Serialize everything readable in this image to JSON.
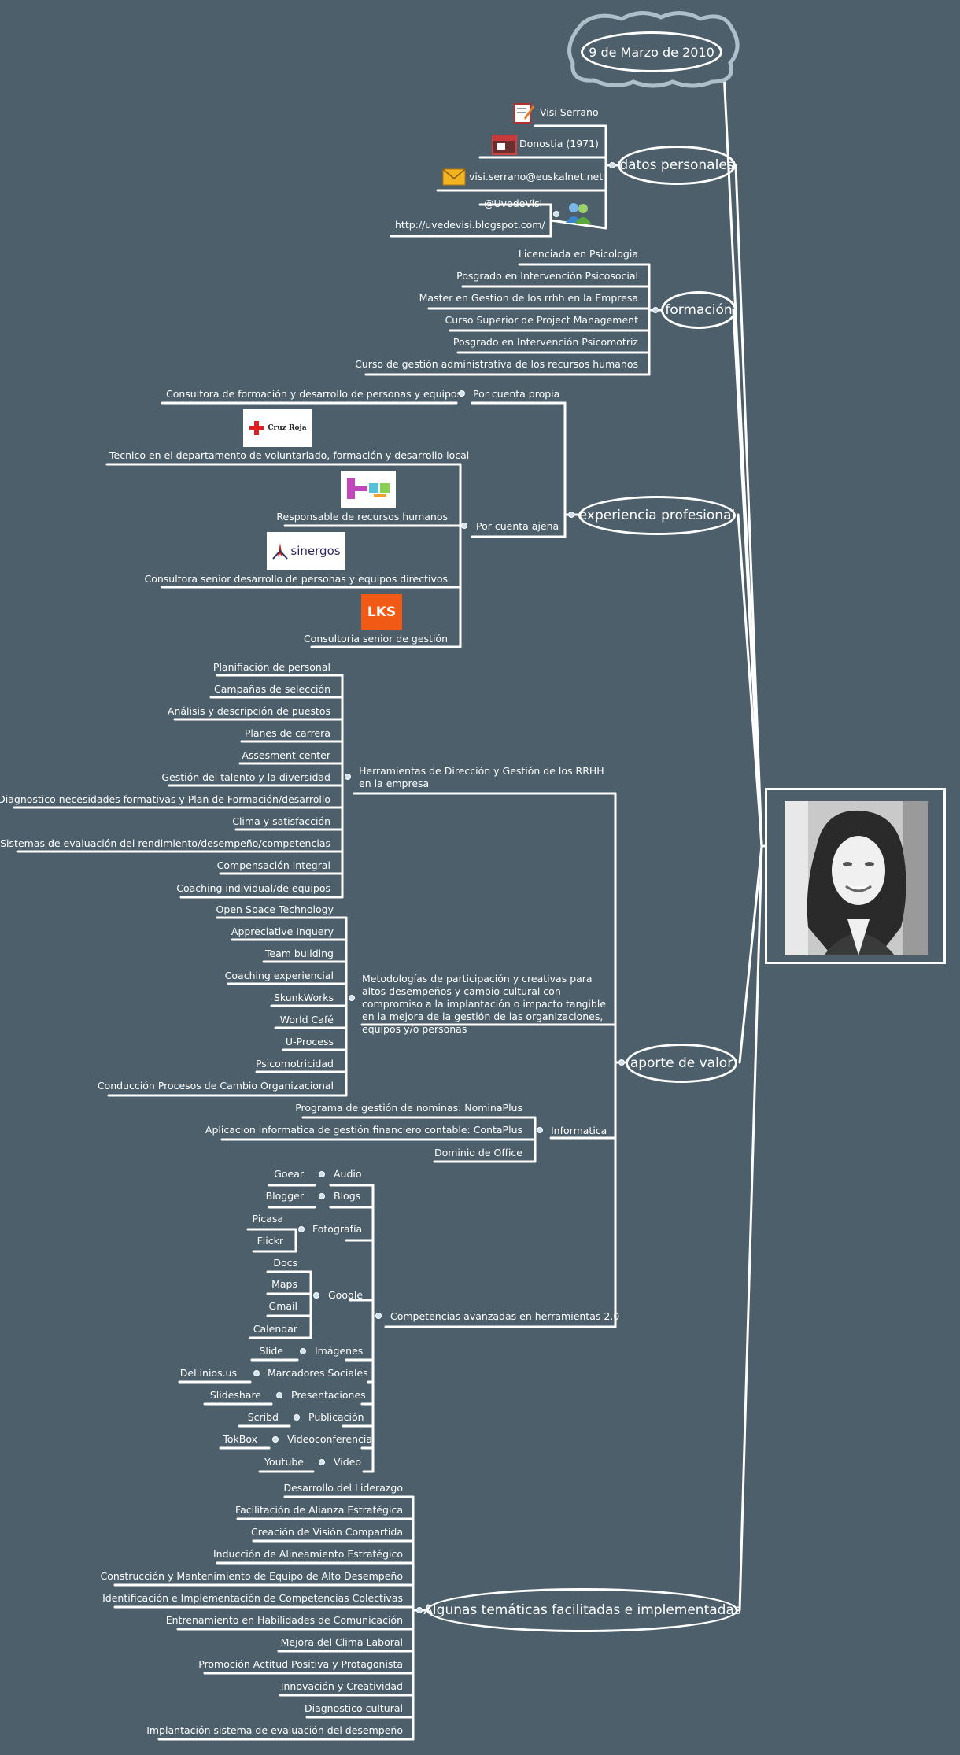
{
  "root": {
    "title": "9 de Marzo de 2010"
  },
  "datos": {
    "title": "datos personales",
    "name": "Visi Serrano",
    "birth": "Donostia (1971)",
    "email": "visi.serrano@euskalnet.net",
    "social": {
      "twitter": "@UvedeVisi",
      "blog": "http://uvedevisi.blogspot.com/"
    }
  },
  "formacion": {
    "title": "formación",
    "items": [
      "Licenciada en Psicologia",
      "Posgrado en Intervención Psicosocial",
      "Master en Gestion de los rrhh en la Empresa",
      "Curso Superior de Project Management",
      "Posgrado en Intervención Psicomotriz",
      "Curso de gestión administrativa de los recursos humanos"
    ]
  },
  "experiencia": {
    "title": "experiencia profesional",
    "propia": {
      "label": "Por cuenta propia",
      "item": "Consultora de formación y desarrollo de personas y equipos"
    },
    "ajena": {
      "label": "Por cuenta ajena",
      "items": [
        "Tecnico en el departamento de voluntariado, formación y desarrollo local",
        "Responsable de recursos humanos",
        "Consultora senior desarrollo de personas y equipos directivos",
        "Consultoria senior de gestión"
      ],
      "logos": {
        "cruz_roja": "Cruz Roja",
        "sinergos": "sinergos",
        "lks": "LKS"
      }
    }
  },
  "aporte": {
    "title": "aporte de valor",
    "herramientas": {
      "label": "Herramientas de Dirección y Gestión de los RRHH en la empresa",
      "items": [
        "Planifiación de personal",
        "Campañas de selección",
        "Análisis y descripción de puestos",
        "Planes de carrera",
        "Assesment center",
        "Gestión del talento y la diversidad",
        "Diagnostico necesidades formativas y Plan de Formación/desarrollo",
        "Clima y satisfacción",
        "Sistemas de evaluación del rendimiento/desempeño/competencias",
        "Compensación integral",
        "Coaching individual/de equipos"
      ]
    },
    "metodologias": {
      "label": "Metodologías de participación y creativas para altos desempeños y cambio cultural con compromiso a la implantación o impacto tangible en la mejora de la gestión de las organizaciones, equipos y/o personas",
      "items": [
        "Open Space Technology",
        "Appreciative Inquery",
        "Team building",
        "Coaching experiencial",
        "SkunkWorks",
        "World Café",
        "U-Process",
        "Psicomotricidad",
        "Conducción Procesos de Cambio Organizacional"
      ]
    },
    "informatica": {
      "label": "Informatica",
      "items": [
        "Programa de gestión de nominas: NominaPlus",
        "Aplicacion informatica de gestión financiero contable: ContaPlus",
        "Dominio de Office"
      ]
    },
    "competencias": {
      "label": "Competencias avanzadas en herramientas 2.0",
      "audio": {
        "label": "Audio",
        "item": "Goear"
      },
      "blogs": {
        "label": "Blogs",
        "item": "Blogger"
      },
      "fotografia": {
        "label": "Fotografía",
        "items": [
          "Picasa",
          "Flickr"
        ]
      },
      "google": {
        "label": "Google",
        "items": [
          "Docs",
          "Maps",
          "Gmail",
          "Calendar"
        ]
      },
      "imagenes": {
        "label": "Imágenes",
        "item": "Slide"
      },
      "marcadores": {
        "label": "Marcadores Sociales",
        "item": "Del.inios.us"
      },
      "presentaciones": {
        "label": "Presentaciones",
        "item": "Slideshare"
      },
      "publicacion": {
        "label": "Publicación",
        "item": "Scribd"
      },
      "videoconferencia": {
        "label": "Videoconferencia",
        "item": "TokBox"
      },
      "video": {
        "label": "Video",
        "item": "Youtube"
      }
    }
  },
  "tematicas": {
    "title": "Algunas temáticas facilitadas e implementadas",
    "items": [
      "Desarrollo del Liderazgo",
      "Facilitación de Alianza Estratégica",
      "Creación de Visión Compartida",
      "Inducción de Alineamiento Estratégico",
      "Construcción y Mantenimiento de Equipo de Alto Desempeño",
      "Identificación e Implementación de Competencias Colectivas",
      "Entrenamiento en Habilidades de Comunicación",
      "Mejora  del Clima Laboral",
      "Promoción Actitud Positiva y Protagonista",
      "Innovación y Creatividad",
      "Diagnostico cultural",
      "Implantación sistema de evaluación del desempeño"
    ]
  },
  "colors": {
    "background": "#4c5f6b",
    "line": "#ffffff",
    "dot": "#cfe0ee"
  }
}
